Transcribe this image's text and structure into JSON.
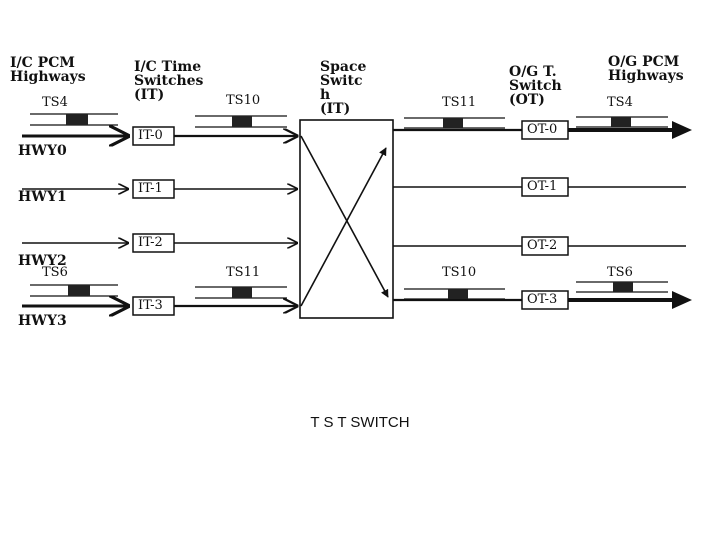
{
  "headers": {
    "ic_pcm": "I/C PCM\nHighways",
    "ic_time": "I/C Time\nSwitches\n(IT)",
    "space": "Space\nSwitc\nh\n(IT)",
    "og_time": "O/G T.\nSwitch\n(OT)",
    "og_pcm": "O/G PCM\nHighways"
  },
  "highways": [
    "HWY0",
    "HWY1",
    "HWY2",
    "HWY3"
  ],
  "ic_switches": [
    "IT-0",
    "IT-1",
    "IT-2",
    "IT-3"
  ],
  "og_switches": [
    "OT-0",
    "OT-1",
    "OT-2",
    "OT-3"
  ],
  "time_slots": {
    "in_top": "TS4",
    "in_bottom": "TS6",
    "mid_top": "TS10",
    "mid_bottom": "TS11",
    "out_mid_top": "TS11",
    "out_mid_bottom": "TS10",
    "out_top": "TS4",
    "out_bottom": "TS6"
  },
  "caption": "T S T SWITCH"
}
